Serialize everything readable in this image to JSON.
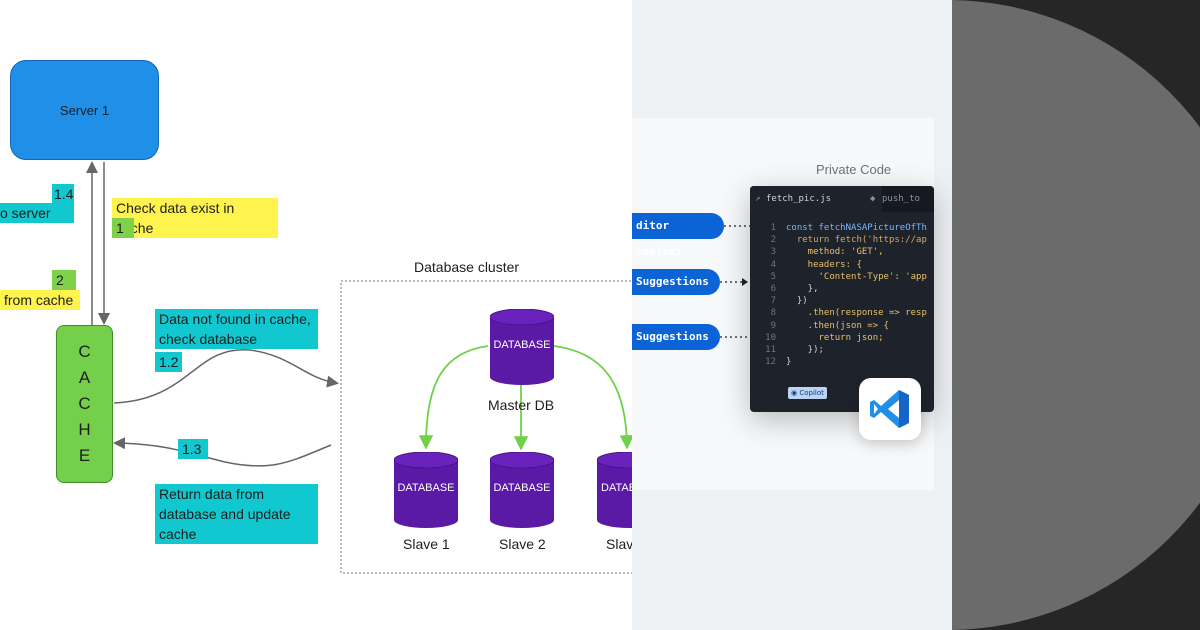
{
  "diagram": {
    "server": {
      "label": "Server 1"
    },
    "cache": {
      "letters": [
        "C",
        "A",
        "C",
        "H",
        "E"
      ]
    },
    "steps": {
      "s1_4_num": "1.4",
      "s1_4_text": "o server",
      "check_text": "Check data exist in cache",
      "check_num": "1",
      "s2_num": "2",
      "s2_text": "from cache",
      "not_found_line1": "Data not found in cache,",
      "not_found_line2": "check database",
      "s1_2_num": "1.2",
      "s1_3_num": "1.3",
      "return_line1": "Return data from",
      "return_line2": "database and update",
      "return_line3": "cache"
    },
    "cluster": {
      "title": "Database cluster",
      "db_label": "DATABASE",
      "master_label": "Master DB",
      "slave1_label": "Slave 1",
      "slave2_label": "Slave 2",
      "slave3_label": "Slav"
    },
    "colors": {
      "server": "#1f8fe8",
      "cache": "#74cf4a",
      "database": "#5b1aa6",
      "arrow_green": "#6fd14a",
      "highlight_cyan": "#12c8d0",
      "highlight_yellow": "#fff34d"
    }
  },
  "copilot": {
    "title": "Private Code",
    "tab_active": "fetch_pic.js",
    "tab_inactive": "push_to",
    "pill_editor": "ditor context",
    "pill_suggest_1": "Suggestions",
    "pill_suggest_2": "Suggestions",
    "copilot_badge": "Copilot",
    "app_icon": "vscode-icon",
    "code_lines": [
      {
        "num": "1",
        "text": "const fetchNASAPictureOfTh"
      },
      {
        "num": "2",
        "text": "  return fetch('https://ap"
      },
      {
        "num": "3",
        "text": "    method: 'GET',"
      },
      {
        "num": "4",
        "text": "    headers: {"
      },
      {
        "num": "5",
        "text": "      'Content-Type': 'app"
      },
      {
        "num": "6",
        "text": "    },"
      },
      {
        "num": "7",
        "text": "  })"
      },
      {
        "num": "8",
        "text": "    .then(response => resp"
      },
      {
        "num": "9",
        "text": "    .then(json => {"
      },
      {
        "num": "10",
        "text": "      return json;"
      },
      {
        "num": "11",
        "text": "    });"
      },
      {
        "num": "12",
        "text": "}"
      }
    ]
  }
}
